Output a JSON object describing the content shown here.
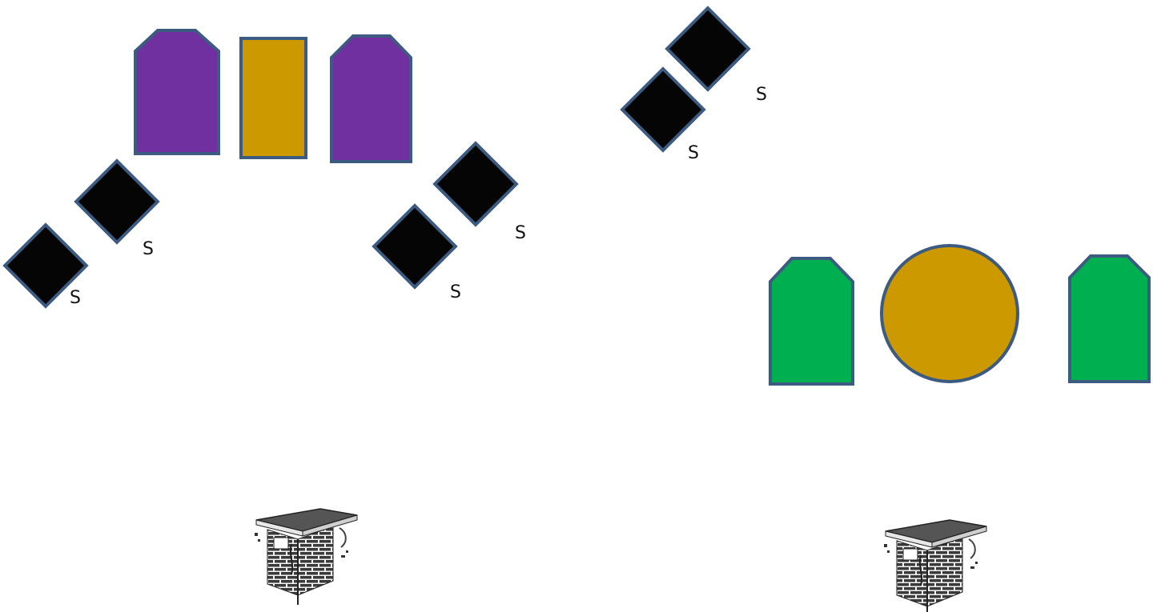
{
  "colors": {
    "background": "#ffffff",
    "outline": "#3d5a80",
    "purple": "#7030a0",
    "gold": "#cc9900",
    "green": "#00b050",
    "black": "#050505",
    "label": "#111111"
  },
  "labels": {
    "s1": "S",
    "s2": "S",
    "s3": "S",
    "s4": "S",
    "s5": "S",
    "s6": "S"
  },
  "icons": {
    "brick_chimney": "brick-chimney-icon"
  }
}
